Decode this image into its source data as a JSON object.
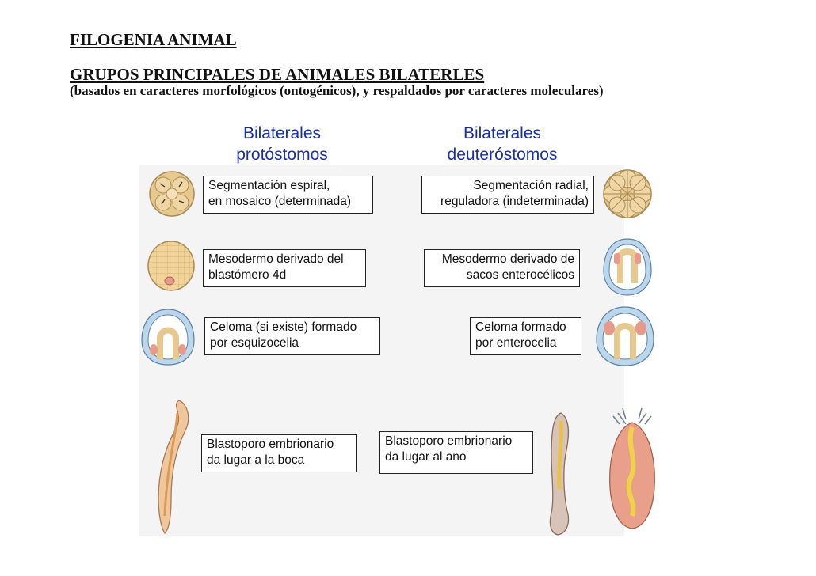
{
  "title": "FILOGENIA ANIMAL",
  "subtitle": "GRUPOS PRINCIPALES DE ANIMALES BILATERLES",
  "note": "(basados en caracteres morfológicos (ontogénicos), y respaldados por caracteres moleculares)",
  "protostomes": {
    "heading": [
      "Bilaterales",
      "protóstomos"
    ],
    "boxes": [
      [
        "Segmentación espiral,",
        "en mosaico (determinada)"
      ],
      [
        "Mesodermo derivado del",
        "blastómero 4d"
      ],
      [
        "Celoma (si existe) formado",
        "por esquizocelia"
      ],
      [
        "Blastoporo embrionario",
        "da lugar a la boca"
      ]
    ]
  },
  "deuterostomes": {
    "heading": [
      "Bilaterales",
      "deuteróstomos"
    ],
    "boxes": [
      [
        "Segmentación radial,",
        "reguladora (indeterminada)"
      ],
      [
        "Mesodermo derivado de",
        "sacos enterocélicos"
      ],
      [
        "Celoma formado",
        "por enterocelia"
      ],
      [
        "Blastoporo embrionario",
        "da lugar al ano"
      ]
    ]
  },
  "colors": {
    "heading": "#1a2ea6",
    "embryo": "#e6c98f",
    "mesoderm": "#e79a8a",
    "ectoderm": "#bcd6ec"
  },
  "icons": [
    "spiral-cleavage-embryo-icon",
    "radial-cleavage-embryo-icon",
    "blastula-icon",
    "enterocoely-gastrula-icon",
    "schizocoely-gastrula-icon",
    "coelom-embryo-icon",
    "worm-larva-icon",
    "fish-larva-icon",
    "dipleurula-larva-icon"
  ]
}
